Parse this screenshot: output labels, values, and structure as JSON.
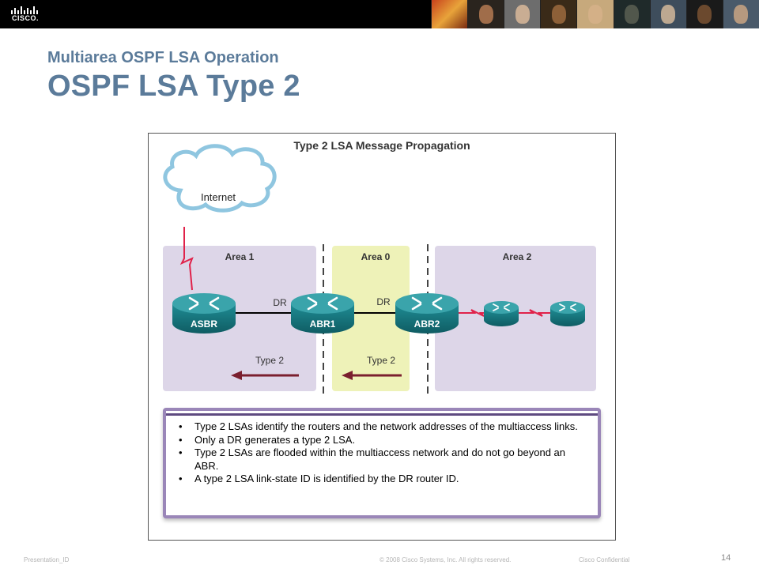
{
  "header": {
    "logo_text": "CISCO.",
    "photo_count": 9,
    "colors": {
      "bar": "#000000"
    }
  },
  "slide": {
    "subtitle": "Multiarea OSPF LSA Operation",
    "title": "OSPF LSA Type 2"
  },
  "diagram": {
    "heading": "Type 2 LSA Message Propagation",
    "cloud_label": "Internet",
    "areas": [
      {
        "label": "Area 1",
        "color": "#ddd6e8"
      },
      {
        "label": "Area 0",
        "color": "#eef2b8"
      },
      {
        "label": "Area 2",
        "color": "#ddd6e8"
      }
    ],
    "routers": [
      {
        "label": "ASBR"
      },
      {
        "label": "ABR1"
      },
      {
        "label": "ABR2"
      },
      {
        "label": ""
      },
      {
        "label": ""
      }
    ],
    "dr_labels": [
      "DR",
      "DR"
    ],
    "arrows": [
      {
        "label": "Type 2"
      },
      {
        "label": "Type 2"
      }
    ],
    "colors": {
      "router": "#1c7f86",
      "serial_link": "#e0224a",
      "arrow": "#7a1f2e"
    }
  },
  "notes": [
    "Type 2 LSAs identify the routers and the network addresses of the multiaccess links.",
    "Only a DR generates a type 2 LSA.",
    "Type 2 LSAs are flooded within the multiaccess network and do not go beyond an ABR.",
    "A type 2 LSA link-state ID is identified by the DR router ID."
  ],
  "footer": {
    "left": "Presentation_ID",
    "center": "© 2008 Cisco Systems, Inc. All rights reserved.",
    "right": "Cisco Confidential",
    "page_number": "14"
  }
}
